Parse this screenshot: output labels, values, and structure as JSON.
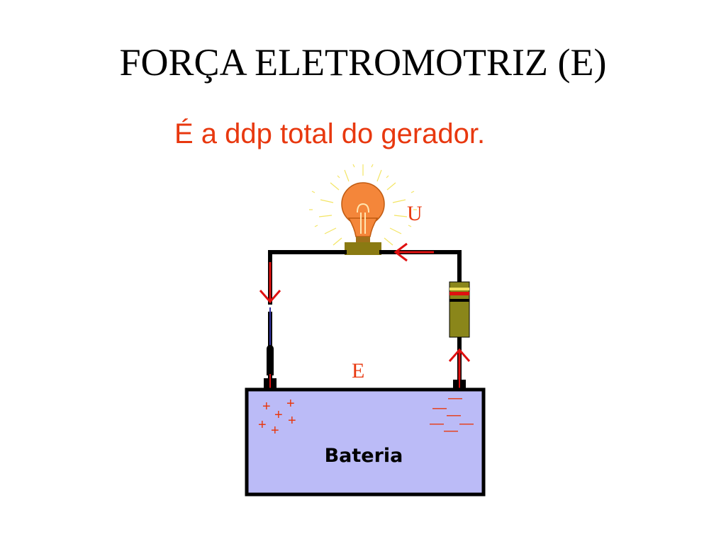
{
  "slide": {
    "title": "FORÇA ELETROMOTRIZ (E)",
    "subtitle": "É a ddp total do gerador."
  },
  "diagram": {
    "label_u": "U",
    "label_e": "E",
    "battery_label": "Bateria",
    "plus_sign": "+",
    "minus_sign": "—"
  },
  "colors": {
    "title": "#000000",
    "accent": "#e8380f",
    "arrow": "#e01010",
    "wire": "#000000",
    "battery_fill": "#bbbbf7",
    "bulb": "#f4863a",
    "bulb_base": "#8a7a12",
    "resistor": "#8a861a"
  }
}
